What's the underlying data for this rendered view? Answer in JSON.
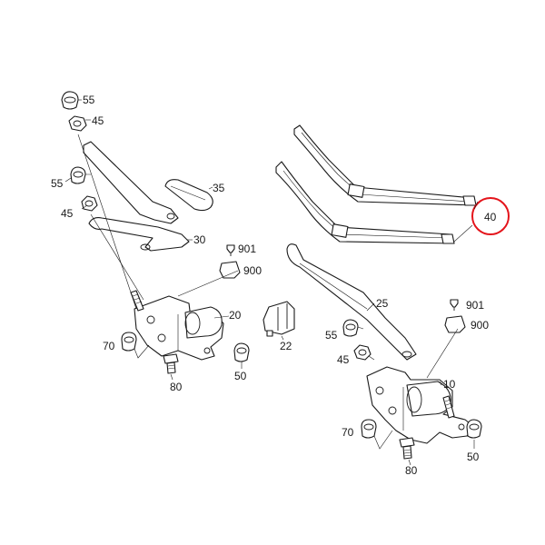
{
  "diagram": {
    "highlight_color": "#e4141b",
    "ink_color": "#1a1a1a",
    "callouts": {
      "c55a": "55",
      "c45a": "45",
      "c55b": "55",
      "c45b": "45",
      "c35": "35",
      "c30": "30",
      "c901a": "901",
      "c900a": "900",
      "c20": "20",
      "c22": "22",
      "c70a": "70",
      "c50a": "50",
      "c80a": "80",
      "c40": "40",
      "c25": "25",
      "c901b": "901",
      "c900b": "900",
      "c55c": "55",
      "c45c": "45",
      "c10": "10",
      "c70b": "70",
      "c50b": "50",
      "c80b": "80"
    }
  }
}
